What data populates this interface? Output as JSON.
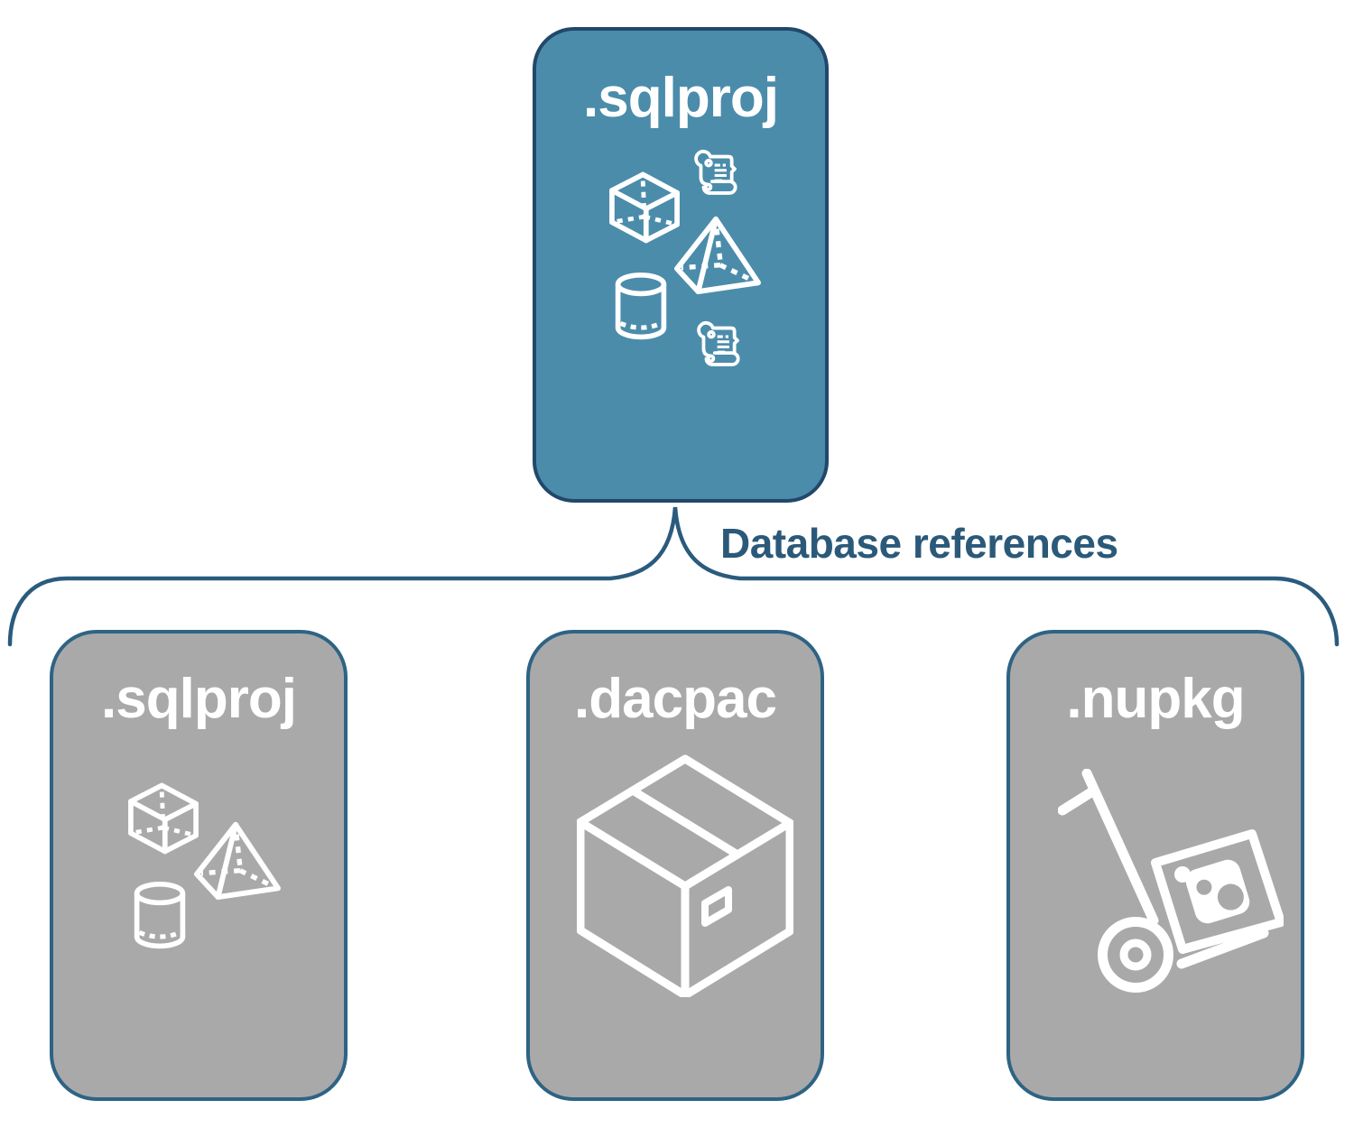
{
  "diagram": {
    "connector_label": "Database references",
    "root": {
      "label": ".sqlproj",
      "icons": [
        "scroll-icon",
        "cube-icon",
        "pyramid-icon",
        "cylinder-icon",
        "scroll-icon"
      ]
    },
    "children": [
      {
        "label": ".sqlproj",
        "icons": [
          "cube-icon",
          "pyramid-icon",
          "cylinder-icon"
        ]
      },
      {
        "label": ".dacpac",
        "icons": [
          "package-box-icon"
        ]
      },
      {
        "label": ".nupkg",
        "icons": [
          "hand-truck-icon"
        ]
      }
    ],
    "colors": {
      "root_fill": "#4B8CAB",
      "root_border": "#21486A",
      "child_fill": "#A9A9A9",
      "child_border": "#2E6384",
      "connector": "#2A5B7E",
      "label_text": "#2B5979",
      "icon": "#FFFFFF",
      "background": "#FFFFFF"
    }
  }
}
